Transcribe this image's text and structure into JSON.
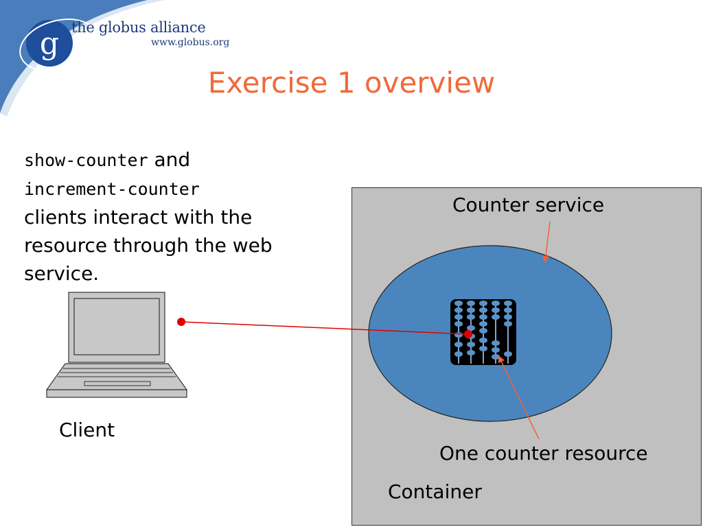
{
  "brand": {
    "name": "the globus alliance",
    "url": "www.globus.org",
    "logo_letter": "g"
  },
  "slide": {
    "title": "Exercise 1 overview",
    "description": {
      "code1": "show-counter",
      "text1": " and",
      "code2": "increment-counter",
      "text2": "clients  interact with the resource through the web service."
    }
  },
  "labels": {
    "counter_service": "Counter service",
    "counter_resource": "One counter resource",
    "container": "Container",
    "client": "Client"
  },
  "colors": {
    "title": "#f06a3a",
    "service_ellipse": "#4a86bd",
    "container_bg": "#c0c0c0",
    "connector": "#e00000",
    "pointer_arrow": "#f0643a",
    "logo_blue": "#1a3a78",
    "swoosh": "#4a7dbb"
  }
}
